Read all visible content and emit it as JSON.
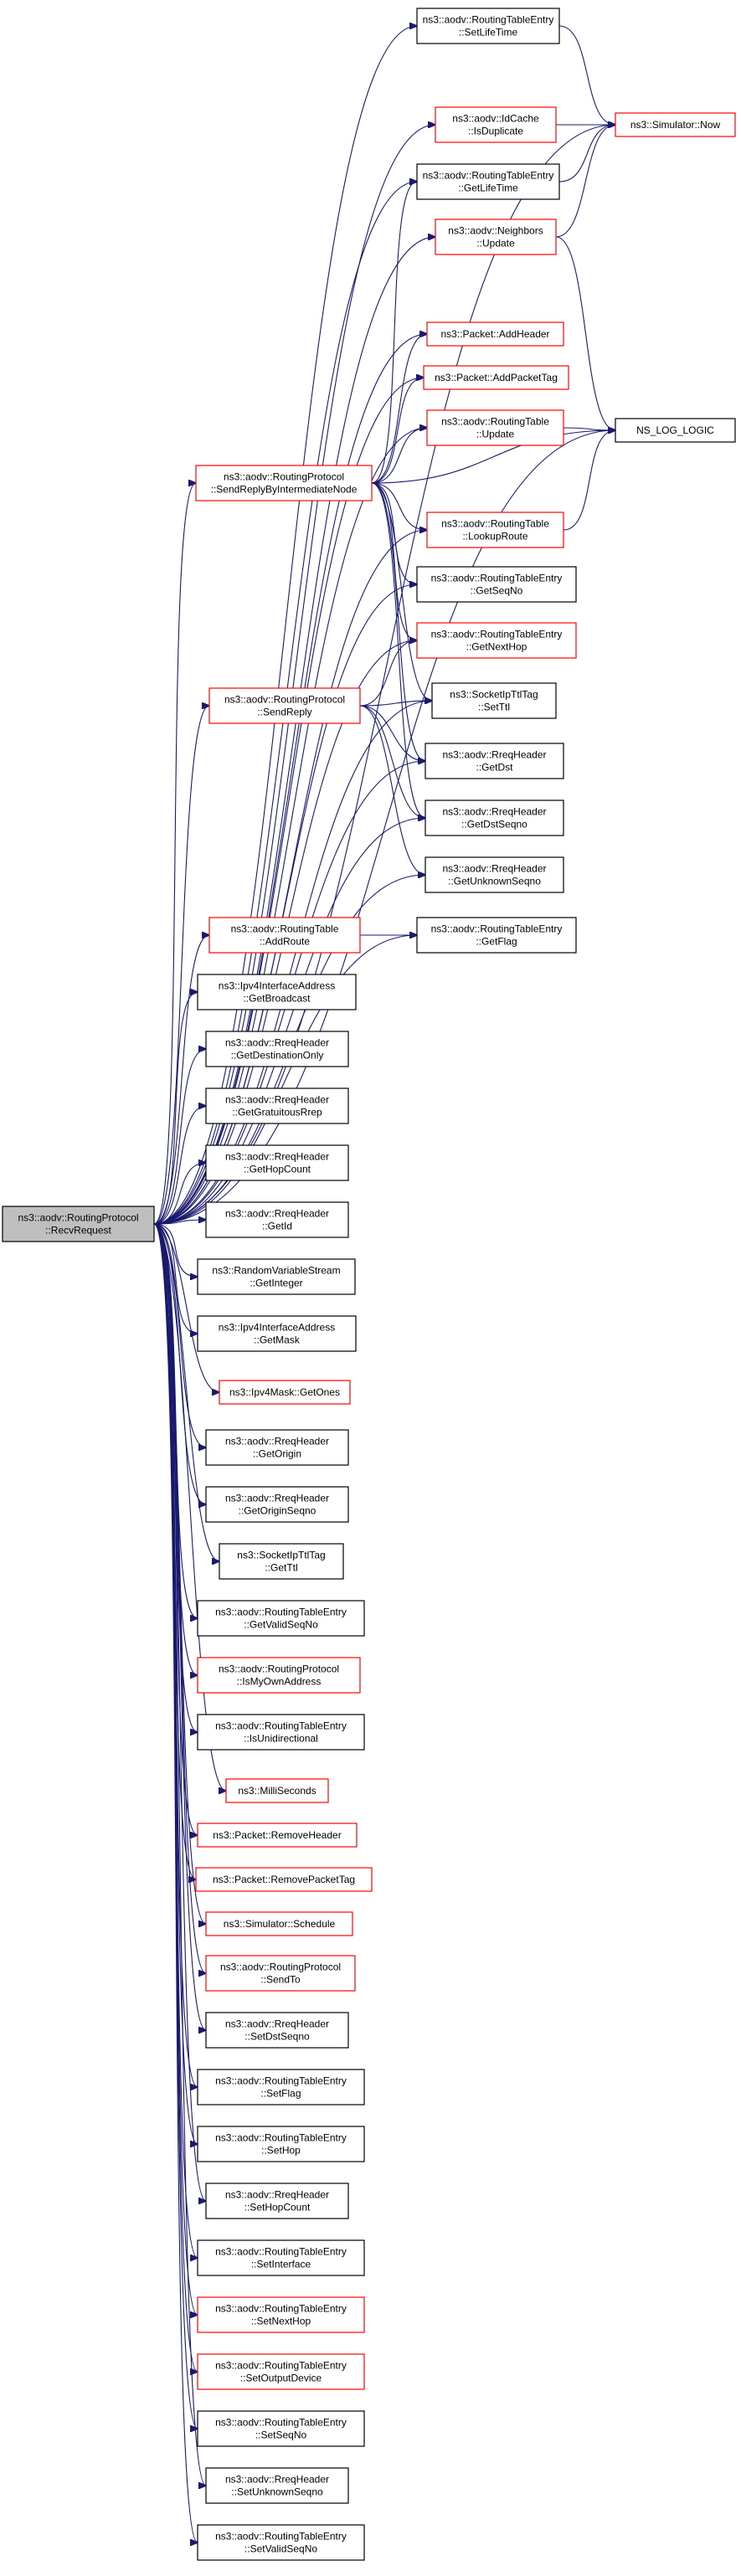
{
  "graph": {
    "root": "recv_request",
    "colors": {
      "edge": "#191970",
      "border_black": "#000000",
      "border_red": "#ff0000",
      "root_fill": "#bfbfbf"
    },
    "nodes": [
      {
        "id": "recv_request",
        "lines": [
          "ns3::aodv::RoutingProtocol",
          "::RecvRequest"
        ],
        "border": "black",
        "root": true
      },
      {
        "id": "rte_set_life_time",
        "lines": [
          "ns3::aodv::RoutingTableEntry",
          "::SetLifeTime"
        ],
        "border": "black"
      },
      {
        "id": "id_cache_is_duplicate",
        "lines": [
          "ns3::aodv::IdCache",
          "::IsDuplicate"
        ],
        "border": "red"
      },
      {
        "id": "simulator_now",
        "lines": [
          "ns3::Simulator::Now"
        ],
        "border": "red"
      },
      {
        "id": "rte_get_life_time",
        "lines": [
          "ns3::aodv::RoutingTableEntry",
          "::GetLifeTime"
        ],
        "border": "black"
      },
      {
        "id": "neighbors_update",
        "lines": [
          "ns3::aodv::Neighbors",
          "::Update"
        ],
        "border": "red"
      },
      {
        "id": "packet_add_header",
        "lines": [
          "ns3::Packet::AddHeader"
        ],
        "border": "red"
      },
      {
        "id": "packet_add_packet_tag",
        "lines": [
          "ns3::Packet::AddPacketTag"
        ],
        "border": "red"
      },
      {
        "id": "rt_update",
        "lines": [
          "ns3::aodv::RoutingTable",
          "::Update"
        ],
        "border": "red"
      },
      {
        "id": "ns_log_logic",
        "lines": [
          "NS_LOG_LOGIC"
        ],
        "border": "black"
      },
      {
        "id": "send_reply_by_intermediate",
        "lines": [
          "ns3::aodv::RoutingProtocol",
          "::SendReplyByIntermediateNode"
        ],
        "border": "red"
      },
      {
        "id": "rt_lookup_route",
        "lines": [
          "ns3::aodv::RoutingTable",
          "::LookupRoute"
        ],
        "border": "red"
      },
      {
        "id": "rte_get_seq_no",
        "lines": [
          "ns3::aodv::RoutingTableEntry",
          "::GetSeqNo"
        ],
        "border": "black"
      },
      {
        "id": "rte_get_next_hop",
        "lines": [
          "ns3::aodv::RoutingTableEntry",
          "::GetNextHop"
        ],
        "border": "red"
      },
      {
        "id": "send_reply",
        "lines": [
          "ns3::aodv::RoutingProtocol",
          "::SendReply"
        ],
        "border": "red"
      },
      {
        "id": "socket_ip_ttl_set_ttl",
        "lines": [
          "ns3::SocketIpTtlTag",
          "::SetTtl"
        ],
        "border": "black"
      },
      {
        "id": "rreq_get_dst",
        "lines": [
          "ns3::aodv::RreqHeader",
          "::GetDst"
        ],
        "border": "black"
      },
      {
        "id": "rreq_get_dst_seqno",
        "lines": [
          "ns3::aodv::RreqHeader",
          "::GetDstSeqno"
        ],
        "border": "black"
      },
      {
        "id": "rreq_get_unknown_seqno",
        "lines": [
          "ns3::aodv::RreqHeader",
          "::GetUnknownSeqno"
        ],
        "border": "black"
      },
      {
        "id": "rt_add_route",
        "lines": [
          "ns3::aodv::RoutingTable",
          "::AddRoute"
        ],
        "border": "red"
      },
      {
        "id": "rte_get_flag",
        "lines": [
          "ns3::aodv::RoutingTableEntry",
          "::GetFlag"
        ],
        "border": "black"
      },
      {
        "id": "ipv4_if_get_broadcast",
        "lines": [
          "ns3::Ipv4InterfaceAddress",
          "::GetBroadcast"
        ],
        "border": "black"
      },
      {
        "id": "rreq_get_destination_only",
        "lines": [
          "ns3::aodv::RreqHeader",
          "::GetDestinationOnly"
        ],
        "border": "black"
      },
      {
        "id": "rreq_get_gratuitous_rrep",
        "lines": [
          "ns3::aodv::RreqHeader",
          "::GetGratuitousRrep"
        ],
        "border": "black"
      },
      {
        "id": "rreq_get_hop_count",
        "lines": [
          "ns3::aodv::RreqHeader",
          "::GetHopCount"
        ],
        "border": "black"
      },
      {
        "id": "rreq_get_id",
        "lines": [
          "ns3::aodv::RreqHeader",
          "::GetId"
        ],
        "border": "black"
      },
      {
        "id": "rvs_get_integer",
        "lines": [
          "ns3::RandomVariableStream",
          "::GetInteger"
        ],
        "border": "black"
      },
      {
        "id": "ipv4_if_get_mask",
        "lines": [
          "ns3::Ipv4InterfaceAddress",
          "::GetMask"
        ],
        "border": "black"
      },
      {
        "id": "ipv4_mask_get_ones",
        "lines": [
          "ns3::Ipv4Mask::GetOnes"
        ],
        "border": "red"
      },
      {
        "id": "rreq_get_origin",
        "lines": [
          "ns3::aodv::RreqHeader",
          "::GetOrigin"
        ],
        "border": "black"
      },
      {
        "id": "rreq_get_origin_seqno",
        "lines": [
          "ns3::aodv::RreqHeader",
          "::GetOriginSeqno"
        ],
        "border": "black"
      },
      {
        "id": "socket_ip_ttl_get_ttl",
        "lines": [
          "ns3::SocketIpTtlTag",
          "::GetTtl"
        ],
        "border": "black"
      },
      {
        "id": "rte_get_valid_seq_no",
        "lines": [
          "ns3::aodv::RoutingTableEntry",
          "::GetValidSeqNo"
        ],
        "border": "black"
      },
      {
        "id": "rp_is_my_own_address",
        "lines": [
          "ns3::aodv::RoutingProtocol",
          "::IsMyOwnAddress"
        ],
        "border": "red"
      },
      {
        "id": "rte_is_unidirectional",
        "lines": [
          "ns3::aodv::RoutingTableEntry",
          "::IsUnidirectional"
        ],
        "border": "black"
      },
      {
        "id": "milli_seconds",
        "lines": [
          "ns3::MilliSeconds"
        ],
        "border": "red"
      },
      {
        "id": "packet_remove_header",
        "lines": [
          "ns3::Packet::RemoveHeader"
        ],
        "border": "red"
      },
      {
        "id": "packet_remove_packet_tag",
        "lines": [
          "ns3::Packet::RemovePacketTag"
        ],
        "border": "red"
      },
      {
        "id": "simulator_schedule",
        "lines": [
          "ns3::Simulator::Schedule"
        ],
        "border": "red"
      },
      {
        "id": "rp_send_to",
        "lines": [
          "ns3::aodv::RoutingProtocol",
          "::SendTo"
        ],
        "border": "red"
      },
      {
        "id": "rreq_set_dst_seqno",
        "lines": [
          "ns3::aodv::RreqHeader",
          "::SetDstSeqno"
        ],
        "border": "black"
      },
      {
        "id": "rte_set_flag",
        "lines": [
          "ns3::aodv::RoutingTableEntry",
          "::SetFlag"
        ],
        "border": "black"
      },
      {
        "id": "rte_set_hop",
        "lines": [
          "ns3::aodv::RoutingTableEntry",
          "::SetHop"
        ],
        "border": "black"
      },
      {
        "id": "rreq_set_hop_count",
        "lines": [
          "ns3::aodv::RreqHeader",
          "::SetHopCount"
        ],
        "border": "black"
      },
      {
        "id": "rte_set_interface",
        "lines": [
          "ns3::aodv::RoutingTableEntry",
          "::SetInterface"
        ],
        "border": "black"
      },
      {
        "id": "rte_set_next_hop",
        "lines": [
          "ns3::aodv::RoutingTableEntry",
          "::SetNextHop"
        ],
        "border": "red"
      },
      {
        "id": "rte_set_output_device",
        "lines": [
          "ns3::aodv::RoutingTableEntry",
          "::SetOutputDevice"
        ],
        "border": "red"
      },
      {
        "id": "rte_set_seq_no",
        "lines": [
          "ns3::aodv::RoutingTableEntry",
          "::SetSeqNo"
        ],
        "border": "black"
      },
      {
        "id": "rreq_set_unknown_seqno",
        "lines": [
          "ns3::aodv::RreqHeader",
          "::SetUnknownSeqno"
        ],
        "border": "black"
      },
      {
        "id": "rte_set_valid_seq_no",
        "lines": [
          "ns3::aodv::RoutingTableEntry",
          "::SetValidSeqNo"
        ],
        "border": "black"
      }
    ],
    "edges": [
      [
        "recv_request",
        "rte_set_life_time"
      ],
      [
        "recv_request",
        "simulator_now"
      ],
      [
        "recv_request",
        "id_cache_is_duplicate"
      ],
      [
        "recv_request",
        "rte_get_life_time"
      ],
      [
        "recv_request",
        "neighbors_update"
      ],
      [
        "recv_request",
        "ns_log_logic"
      ],
      [
        "recv_request",
        "packet_add_header"
      ],
      [
        "recv_request",
        "packet_add_packet_tag"
      ],
      [
        "recv_request",
        "send_reply_by_intermediate"
      ],
      [
        "recv_request",
        "rt_update"
      ],
      [
        "recv_request",
        "rt_lookup_route"
      ],
      [
        "recv_request",
        "rte_get_seq_no"
      ],
      [
        "recv_request",
        "rte_get_next_hop"
      ],
      [
        "recv_request",
        "send_reply"
      ],
      [
        "recv_request",
        "socket_ip_ttl_set_ttl"
      ],
      [
        "recv_request",
        "rreq_get_dst"
      ],
      [
        "recv_request",
        "rreq_get_dst_seqno"
      ],
      [
        "recv_request",
        "rreq_get_unknown_seqno"
      ],
      [
        "recv_request",
        "rt_add_route"
      ],
      [
        "recv_request",
        "rte_get_flag"
      ],
      [
        "recv_request",
        "ipv4_if_get_broadcast"
      ],
      [
        "recv_request",
        "rreq_get_destination_only"
      ],
      [
        "recv_request",
        "rreq_get_gratuitous_rrep"
      ],
      [
        "recv_request",
        "rreq_get_hop_count"
      ],
      [
        "recv_request",
        "rreq_get_id"
      ],
      [
        "recv_request",
        "rvs_get_integer"
      ],
      [
        "recv_request",
        "ipv4_if_get_mask"
      ],
      [
        "recv_request",
        "ipv4_mask_get_ones"
      ],
      [
        "recv_request",
        "rreq_get_origin"
      ],
      [
        "recv_request",
        "rreq_get_origin_seqno"
      ],
      [
        "recv_request",
        "socket_ip_ttl_get_ttl"
      ],
      [
        "recv_request",
        "rte_get_valid_seq_no"
      ],
      [
        "recv_request",
        "rp_is_my_own_address"
      ],
      [
        "recv_request",
        "rte_is_unidirectional"
      ],
      [
        "recv_request",
        "milli_seconds"
      ],
      [
        "recv_request",
        "packet_remove_header"
      ],
      [
        "recv_request",
        "packet_remove_packet_tag"
      ],
      [
        "recv_request",
        "simulator_schedule"
      ],
      [
        "recv_request",
        "rp_send_to"
      ],
      [
        "recv_request",
        "rreq_set_dst_seqno"
      ],
      [
        "recv_request",
        "rte_set_flag"
      ],
      [
        "recv_request",
        "rte_set_hop"
      ],
      [
        "recv_request",
        "rreq_set_hop_count"
      ],
      [
        "recv_request",
        "rte_set_interface"
      ],
      [
        "recv_request",
        "rte_set_next_hop"
      ],
      [
        "recv_request",
        "rte_set_output_device"
      ],
      [
        "recv_request",
        "rte_set_seq_no"
      ],
      [
        "recv_request",
        "rreq_set_unknown_seqno"
      ],
      [
        "recv_request",
        "rte_set_valid_seq_no"
      ],
      [
        "rte_set_life_time",
        "simulator_now"
      ],
      [
        "id_cache_is_duplicate",
        "simulator_now"
      ],
      [
        "rte_get_life_time",
        "simulator_now"
      ],
      [
        "neighbors_update",
        "simulator_now"
      ],
      [
        "neighbors_update",
        "ns_log_logic"
      ],
      [
        "rt_update",
        "ns_log_logic"
      ],
      [
        "rt_lookup_route",
        "ns_log_logic"
      ],
      [
        "send_reply_by_intermediate",
        "rte_get_life_time"
      ],
      [
        "send_reply_by_intermediate",
        "packet_add_header"
      ],
      [
        "send_reply_by_intermediate",
        "packet_add_packet_tag"
      ],
      [
        "send_reply_by_intermediate",
        "rt_update"
      ],
      [
        "send_reply_by_intermediate",
        "ns_log_logic"
      ],
      [
        "send_reply_by_intermediate",
        "rt_lookup_route"
      ],
      [
        "send_reply_by_intermediate",
        "rte_get_seq_no"
      ],
      [
        "send_reply_by_intermediate",
        "rte_get_next_hop"
      ],
      [
        "send_reply_by_intermediate",
        "socket_ip_ttl_set_ttl"
      ],
      [
        "send_reply_by_intermediate",
        "rreq_get_dst"
      ],
      [
        "send_reply_by_intermediate",
        "rreq_get_dst_seqno"
      ],
      [
        "send_reply",
        "rte_get_next_hop"
      ],
      [
        "send_reply",
        "socket_ip_ttl_set_ttl"
      ],
      [
        "send_reply",
        "rreq_get_dst"
      ],
      [
        "send_reply",
        "rreq_get_dst_seqno"
      ],
      [
        "send_reply",
        "rreq_get_unknown_seqno"
      ],
      [
        "rt_add_route",
        "rte_get_flag"
      ]
    ]
  }
}
